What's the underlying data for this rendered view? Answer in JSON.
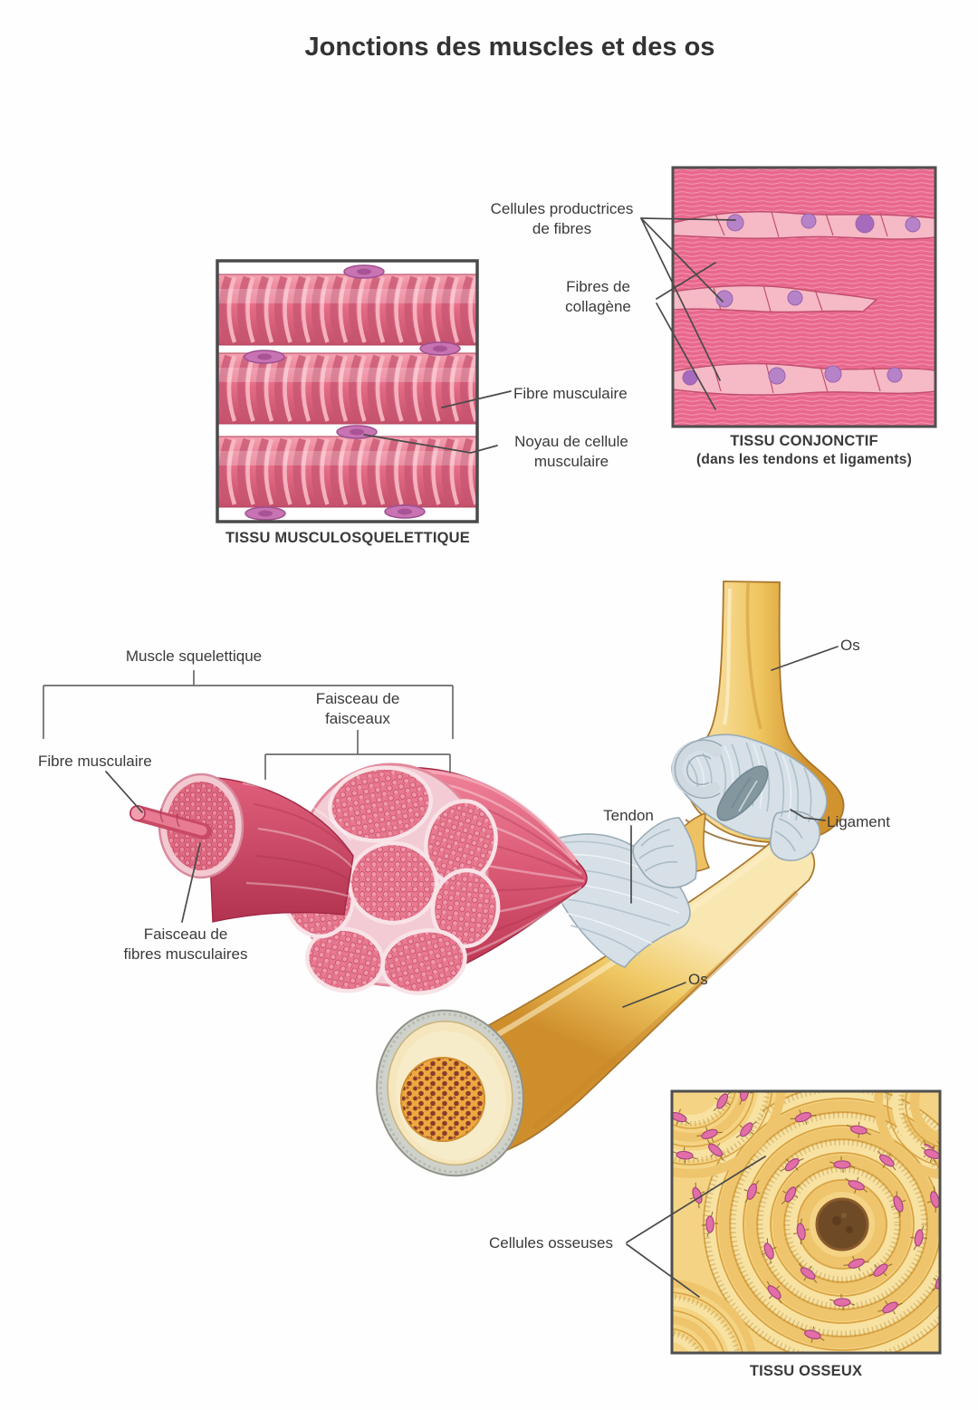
{
  "title": "Jonctions des muscles et des os",
  "colors": {
    "muscle_pink": "#e66d86",
    "muscle_dark": "#b93350",
    "bone_yellow": "#eec162",
    "tendon_gray_blue": "#d7e0e6",
    "connective_pink": "#e9688d",
    "cell_band_pink": "#f6b9c6",
    "nucleus_purple": "#b683c9",
    "bone_tissue_bg": "#f4d484",
    "osteocyte_pink": "#e26ea8",
    "central_canal_brown": "#6f4a26",
    "label_text": "#3a3a3a"
  },
  "panels": {
    "musculoskeletal": {
      "caption": "TISSU MUSCULOSQUELETTIQUE",
      "labels": {
        "fibre": "Fibre musculaire",
        "noyau": "Noyau de cellule\nmusculaire"
      }
    },
    "connective": {
      "caption": "TISSU CONJONCTIF",
      "caption_sub": "(dans les tendons et ligaments)",
      "labels": {
        "cellules": "Cellules productrices\nde fibres",
        "fibres": "Fibres de\ncollagène"
      }
    },
    "bone": {
      "caption": "TISSU OSSEUX",
      "labels": {
        "cellules": "Cellules osseuses"
      }
    },
    "junction": {
      "labels": {
        "muscle": "Muscle squelettique",
        "faisceau_faisceaux": "Faisceau de\nfaisceaux",
        "fibre": "Fibre musculaire",
        "faisceau_fibres": "Faisceau de\nfibres musculaires",
        "tendon": "Tendon",
        "ligament": "Ligament",
        "os_haut": "Os",
        "os_bas": "Os"
      }
    }
  }
}
